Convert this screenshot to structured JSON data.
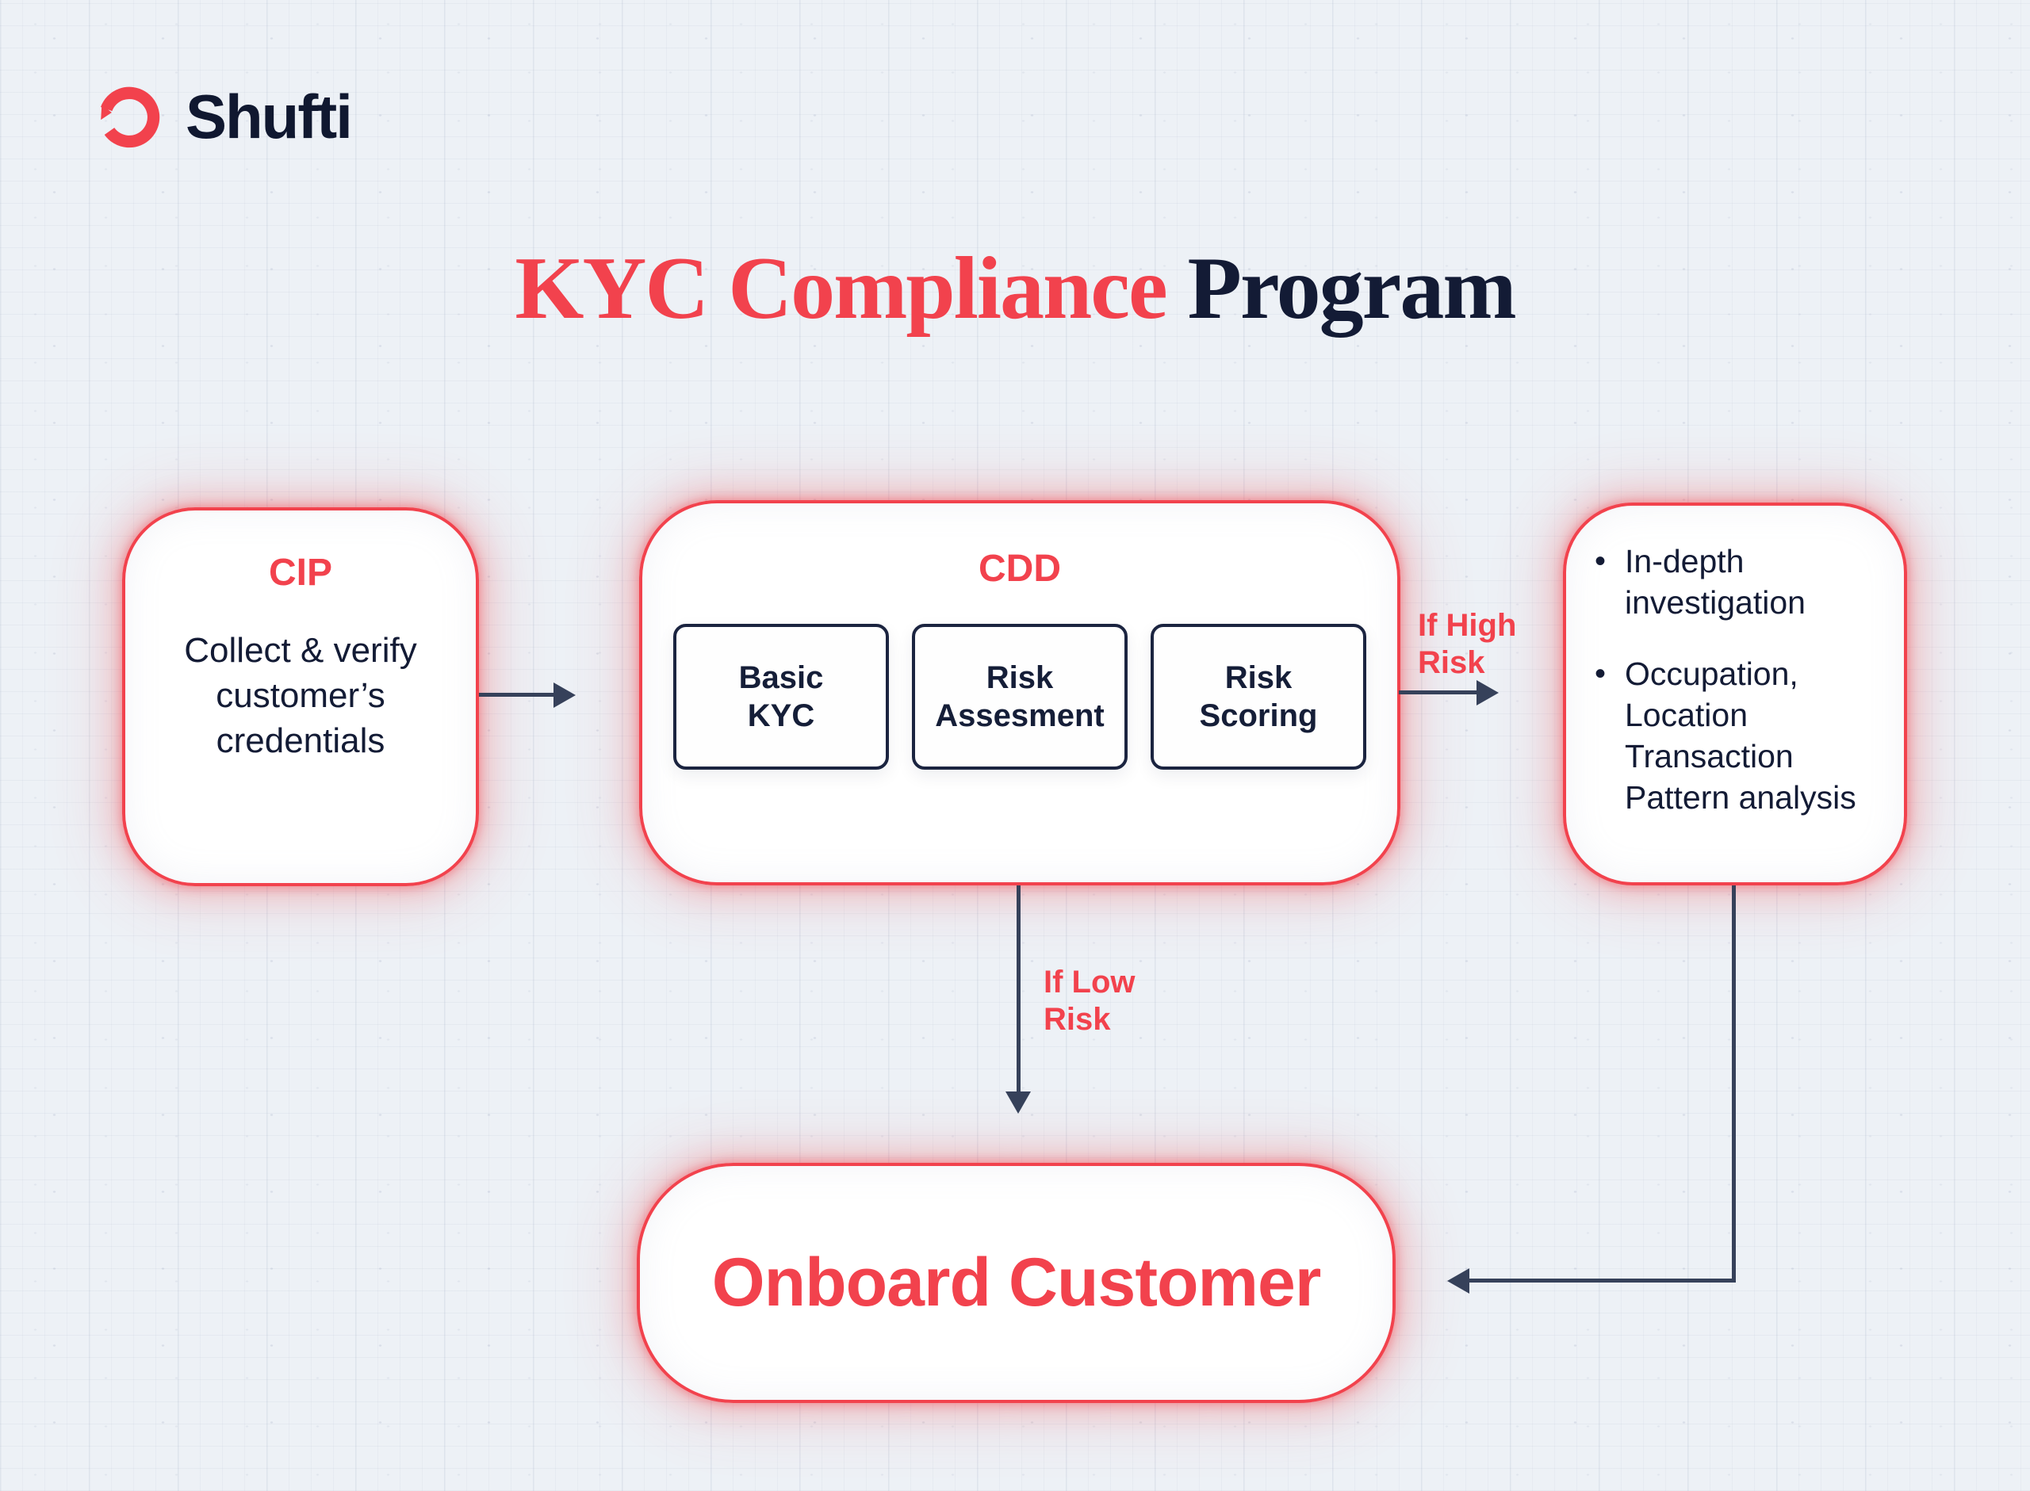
{
  "brand": {
    "name": "Shufti",
    "icon": "shufti-ring-icon"
  },
  "title": {
    "highlight": "KYC Compliance",
    "rest": "Program"
  },
  "colors": {
    "accent": "#f2424d",
    "navy": "#131b35",
    "arrow": "#36415a",
    "bg": "#edf1f6",
    "box": "#ffffff",
    "subbox_border": "#1b2440"
  },
  "nodes": {
    "cip": {
      "title": "CIP",
      "body": "Collect & verify\ncustomer’s\ncredentials"
    },
    "cdd": {
      "title": "CDD",
      "steps": [
        {
          "label": "Basic\nKYC"
        },
        {
          "label": "Risk\nAssesment"
        },
        {
          "label": "Risk\nScoring"
        }
      ]
    },
    "high_risk_actions": {
      "bullets": [
        "In-depth\ninvestigation",
        "Occupation,\nLocation\nTransaction\nPattern analysis"
      ]
    },
    "onboard": {
      "label": "Onboard Customer"
    }
  },
  "edges": {
    "high_risk_label": "If High\nRisk",
    "low_risk_label": "If Low\nRisk"
  }
}
